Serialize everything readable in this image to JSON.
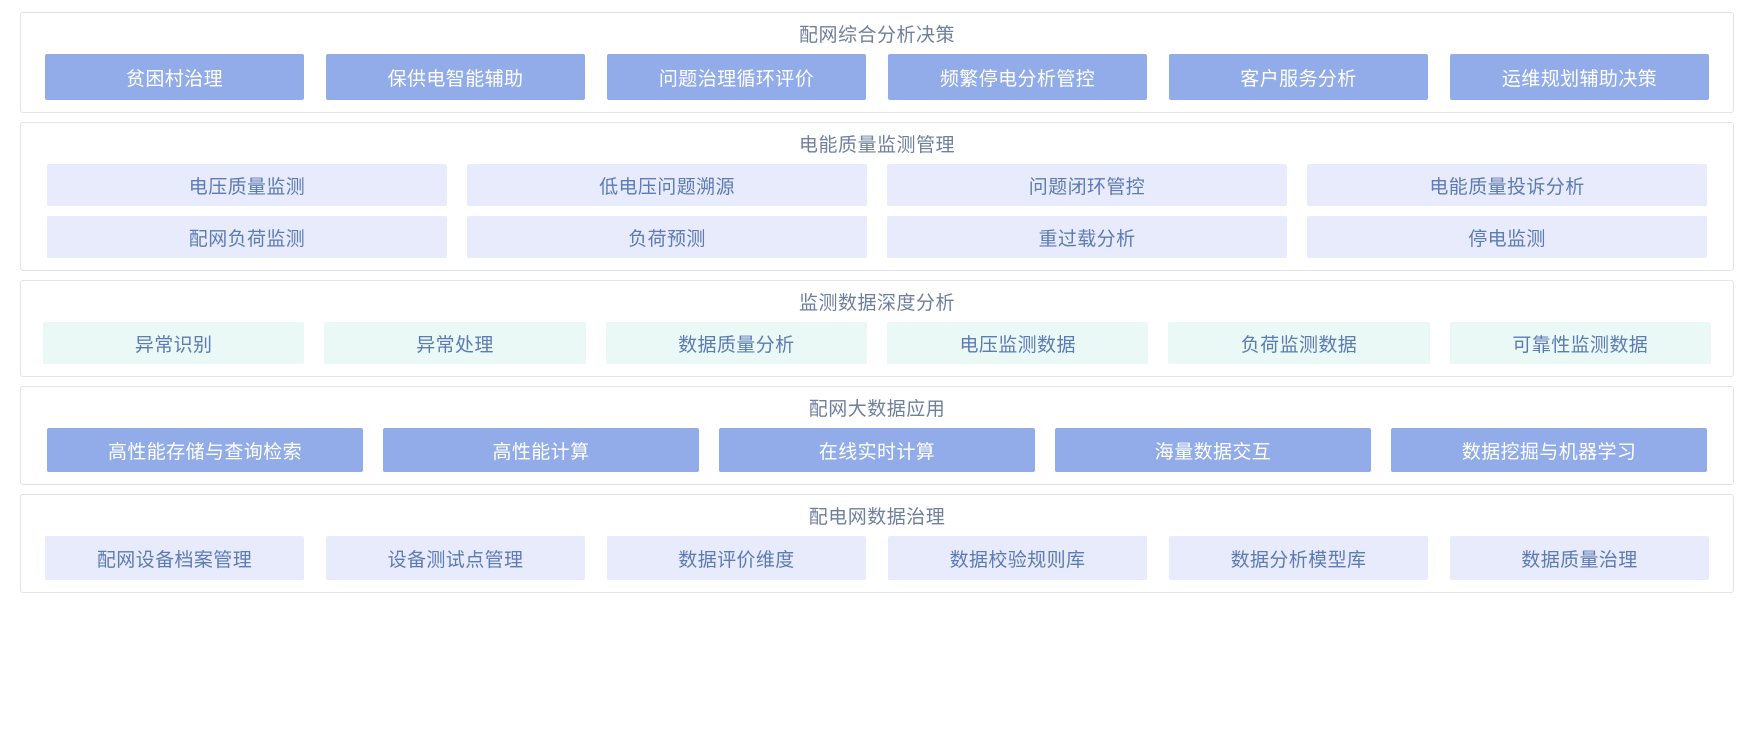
{
  "colors": {
    "solid_bg": "#91ace9",
    "solid_text": "#ffffff",
    "lavender_bg": "#e8ebfb",
    "mint_bg": "#eaf8f6",
    "chip_text": "#5d7bb5",
    "title_text": "#6f7f9e",
    "panel_border": "#e2e4e8",
    "page_bg": "#ffffff"
  },
  "panels": [
    {
      "key": "decision",
      "title": "配网综合分析决策",
      "rows": [
        {
          "chips": [
            {
              "label": "贫困村治理",
              "variant": "solid"
            },
            {
              "label": "保供电智能辅助",
              "variant": "solid"
            },
            {
              "label": "问题治理循环评价",
              "variant": "solid"
            },
            {
              "label": "频繁停电分析管控",
              "variant": "solid"
            },
            {
              "label": "客户服务分析",
              "variant": "solid"
            },
            {
              "label": "运维规划辅助决策",
              "variant": "solid"
            }
          ]
        }
      ]
    },
    {
      "key": "quality",
      "title": "电能质量监测管理",
      "rows": [
        {
          "chips": [
            {
              "label": "电压质量监测",
              "variant": "lavender"
            },
            {
              "label": "低电压问题溯源",
              "variant": "lavender"
            },
            {
              "label": "问题闭环管控",
              "variant": "lavender"
            },
            {
              "label": "电能质量投诉分析",
              "variant": "lavender"
            }
          ]
        },
        {
          "chips": [
            {
              "label": "配网负荷监测",
              "variant": "lavender"
            },
            {
              "label": "负荷预测",
              "variant": "lavender"
            },
            {
              "label": "重过载分析",
              "variant": "lavender"
            },
            {
              "label": "停电监测",
              "variant": "lavender"
            }
          ]
        }
      ]
    },
    {
      "key": "depth",
      "title": "监测数据深度分析",
      "rows": [
        {
          "chips": [
            {
              "label": "异常识别",
              "variant": "mint"
            },
            {
              "label": "异常处理",
              "variant": "mint"
            },
            {
              "label": "数据质量分析",
              "variant": "mint"
            },
            {
              "label": "电压监测数据",
              "variant": "mint"
            },
            {
              "label": "负荷监测数据",
              "variant": "mint"
            },
            {
              "label": "可靠性监测数据",
              "variant": "mint"
            }
          ]
        }
      ]
    },
    {
      "key": "bigdata",
      "title": "配网大数据应用",
      "rows": [
        {
          "chips": [
            {
              "label": "高性能存储与查询检索",
              "variant": "solid"
            },
            {
              "label": "高性能计算",
              "variant": "solid"
            },
            {
              "label": "在线实时计算",
              "variant": "solid"
            },
            {
              "label": "海量数据交互",
              "variant": "solid"
            },
            {
              "label": "数据挖掘与机器学习",
              "variant": "solid"
            }
          ]
        }
      ]
    },
    {
      "key": "governance",
      "title": "配电网数据治理",
      "rows": [
        {
          "chips": [
            {
              "label": "配网设备档案管理",
              "variant": "lavender"
            },
            {
              "label": "设备测试点管理",
              "variant": "lavender"
            },
            {
              "label": "数据评价维度",
              "variant": "lavender"
            },
            {
              "label": "数据校验规则库",
              "variant": "lavender"
            },
            {
              "label": "数据分析模型库",
              "variant": "lavender"
            },
            {
              "label": "数据质量治理",
              "variant": "lavender"
            }
          ]
        }
      ]
    }
  ]
}
